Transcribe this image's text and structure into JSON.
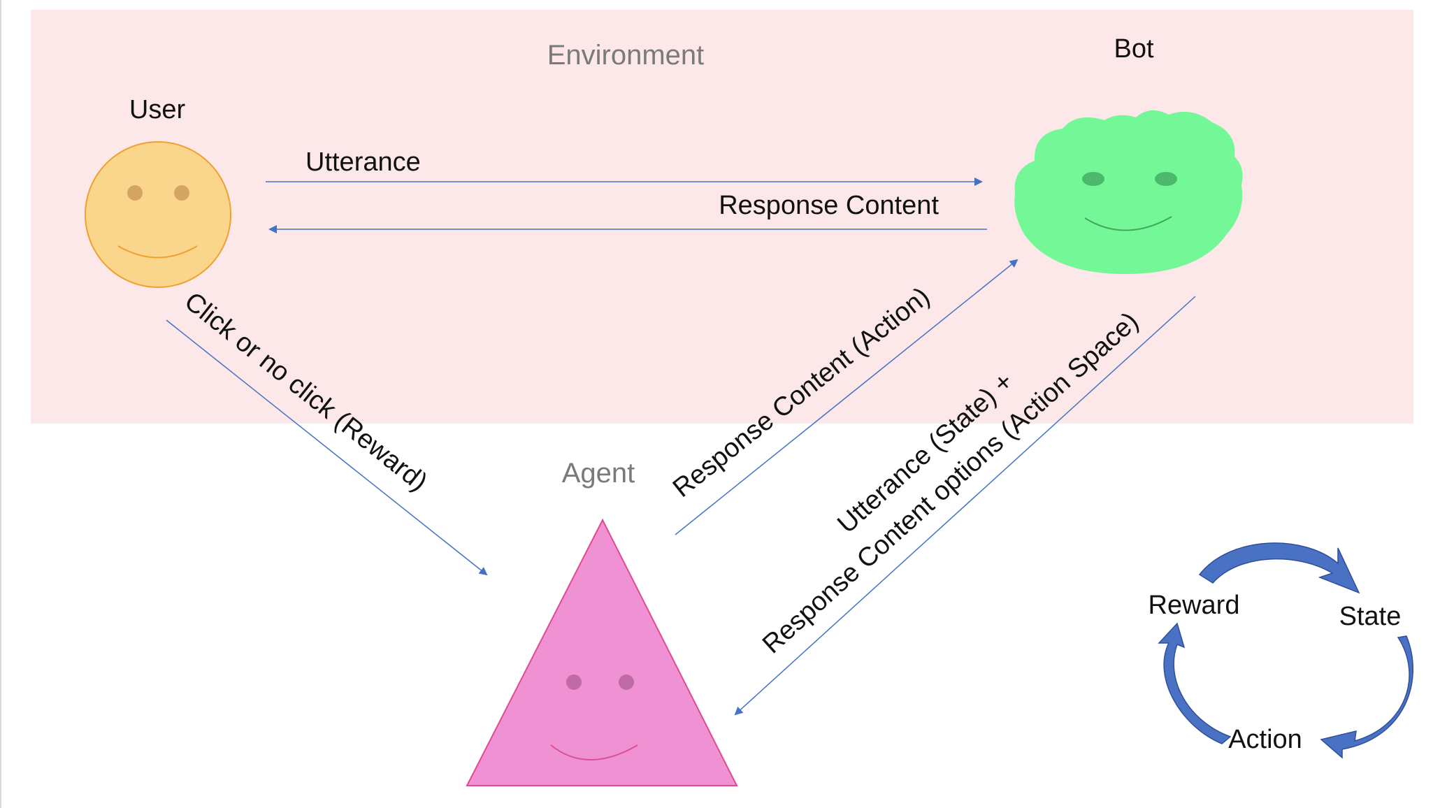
{
  "labels": {
    "environment": "Environment",
    "agent": "Agent",
    "user": "User",
    "bot": "Bot"
  },
  "edges": {
    "utterance": "Utterance",
    "response_content": "Response Content",
    "click_reward": "Click or no click (Reward)",
    "response_action": "Response Content (Action)",
    "state_line1": "Utterance (State) +",
    "state_line2": "Response Content options (Action Space)"
  },
  "cycle": {
    "reward": "Reward",
    "state": "State",
    "action": "Action"
  },
  "colors": {
    "environment_fill": "#fce8e8",
    "user_face": "#f9d68b",
    "user_outline": "#f0a030",
    "bot_face": "#73f797",
    "agent_face": "#f091d3",
    "agent_outline": "#e04a90",
    "arrow": "#4472c4",
    "cycle_arrow": "#4a72c4"
  }
}
